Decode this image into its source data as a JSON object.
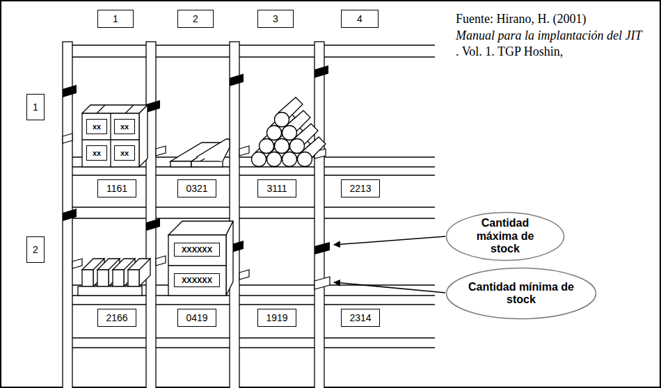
{
  "diagram": {
    "nodes": [
      {
        "text": [
          "1"
        ]
      },
      {
        "text": [
          "2"
        ]
      },
      {
        "text": [
          "3"
        ]
      },
      {
        "text": [
          "4"
        ]
      },
      {
        "text": [
          "1"
        ]
      },
      {
        "text": [
          "xx"
        ]
      },
      {
        "text": [
          "xx"
        ]
      },
      {
        "text": [
          "xx"
        ]
      },
      {
        "text": [
          "xx"
        ]
      },
      {
        "text": [
          "1161"
        ]
      },
      {
        "text": [
          "0321"
        ]
      },
      {
        "text": [
          "3111"
        ]
      },
      {
        "text": [
          "2213"
        ]
      },
      {
        "text": [
          "Cantidad máxima de stock"
        ]
      },
      {
        "text": [
          "2"
        ]
      },
      {
        "text": [
          "XXXXXX"
        ]
      },
      {
        "text": [
          "XXXXXX"
        ]
      },
      {
        "text": [
          "Cantidad mínima de stock"
        ]
      },
      {
        "text": [
          "2166"
        ]
      },
      {
        "text": [
          "0419"
        ]
      },
      {
        "text": [
          "1919"
        ]
      },
      {
        "text": [
          "2314"
        ]
      }
    ],
    "labels": [
      "Fuente: Hirano, H. (2001)",
      "Manual para la implantación del JIT",
      ". Vol. 1. TGP Hoshin,"
    ]
  }
}
